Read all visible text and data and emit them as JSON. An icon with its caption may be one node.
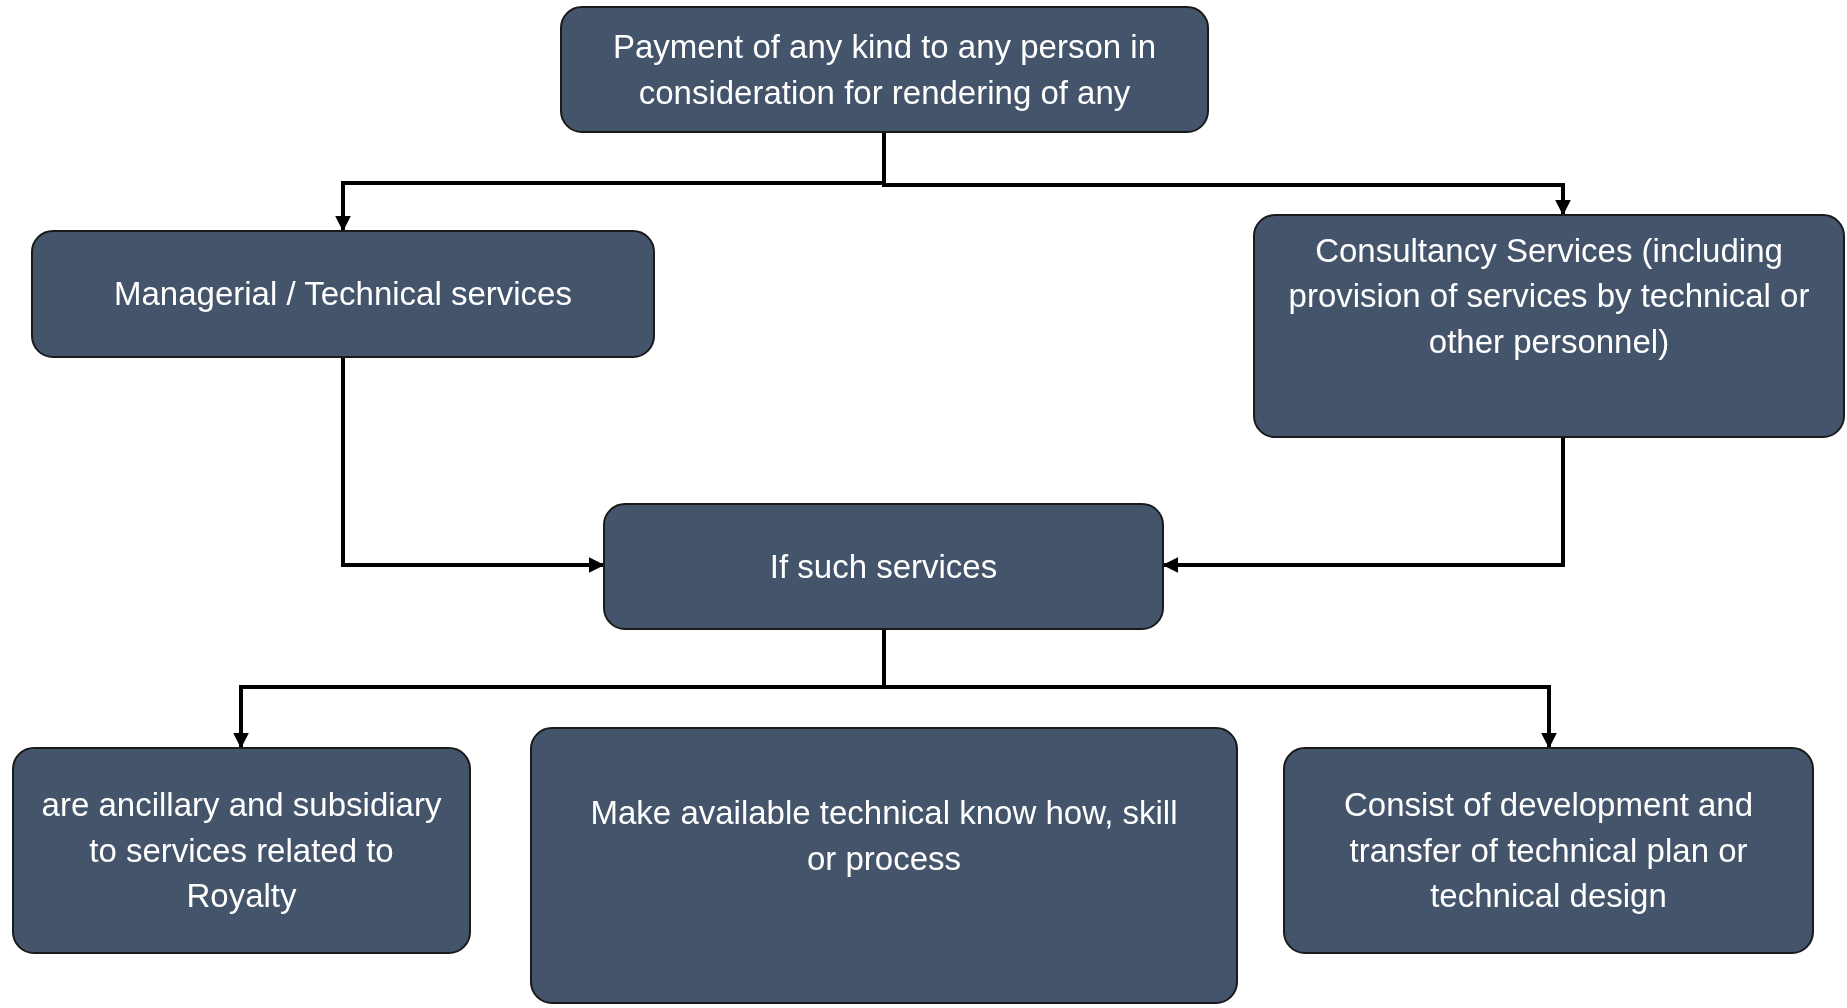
{
  "diagram": {
    "nodes": [
      {
        "text": [
          "Payment of any kind to any person in consideration for rendering of any"
        ]
      },
      {
        "text": [
          "Managerial / Technical services"
        ]
      },
      {
        "text": [
          "Consultancy Services (including provision of services by technical or other personnel)"
        ]
      },
      {
        "text": [
          "If such services"
        ]
      },
      {
        "text": [
          "are ancillary and subsidiary to services related to Royalty"
        ]
      },
      {
        "text": [
          "Make available technical know how, skill or process"
        ]
      },
      {
        "text": [
          "Consist of development and transfer of technical plan or technical design"
        ]
      }
    ],
    "edges": [
      {
        "from": 0,
        "to": 1,
        "arrow": "to"
      },
      {
        "from": 0,
        "to": 2,
        "arrow": "to"
      },
      {
        "from": 1,
        "to": 3,
        "arrow": "to"
      },
      {
        "from": 2,
        "to": 3,
        "arrow": "to"
      },
      {
        "from": 3,
        "to": 4,
        "arrow": "to"
      },
      {
        "from": 3,
        "to": 6,
        "arrow": "to"
      }
    ]
  }
}
